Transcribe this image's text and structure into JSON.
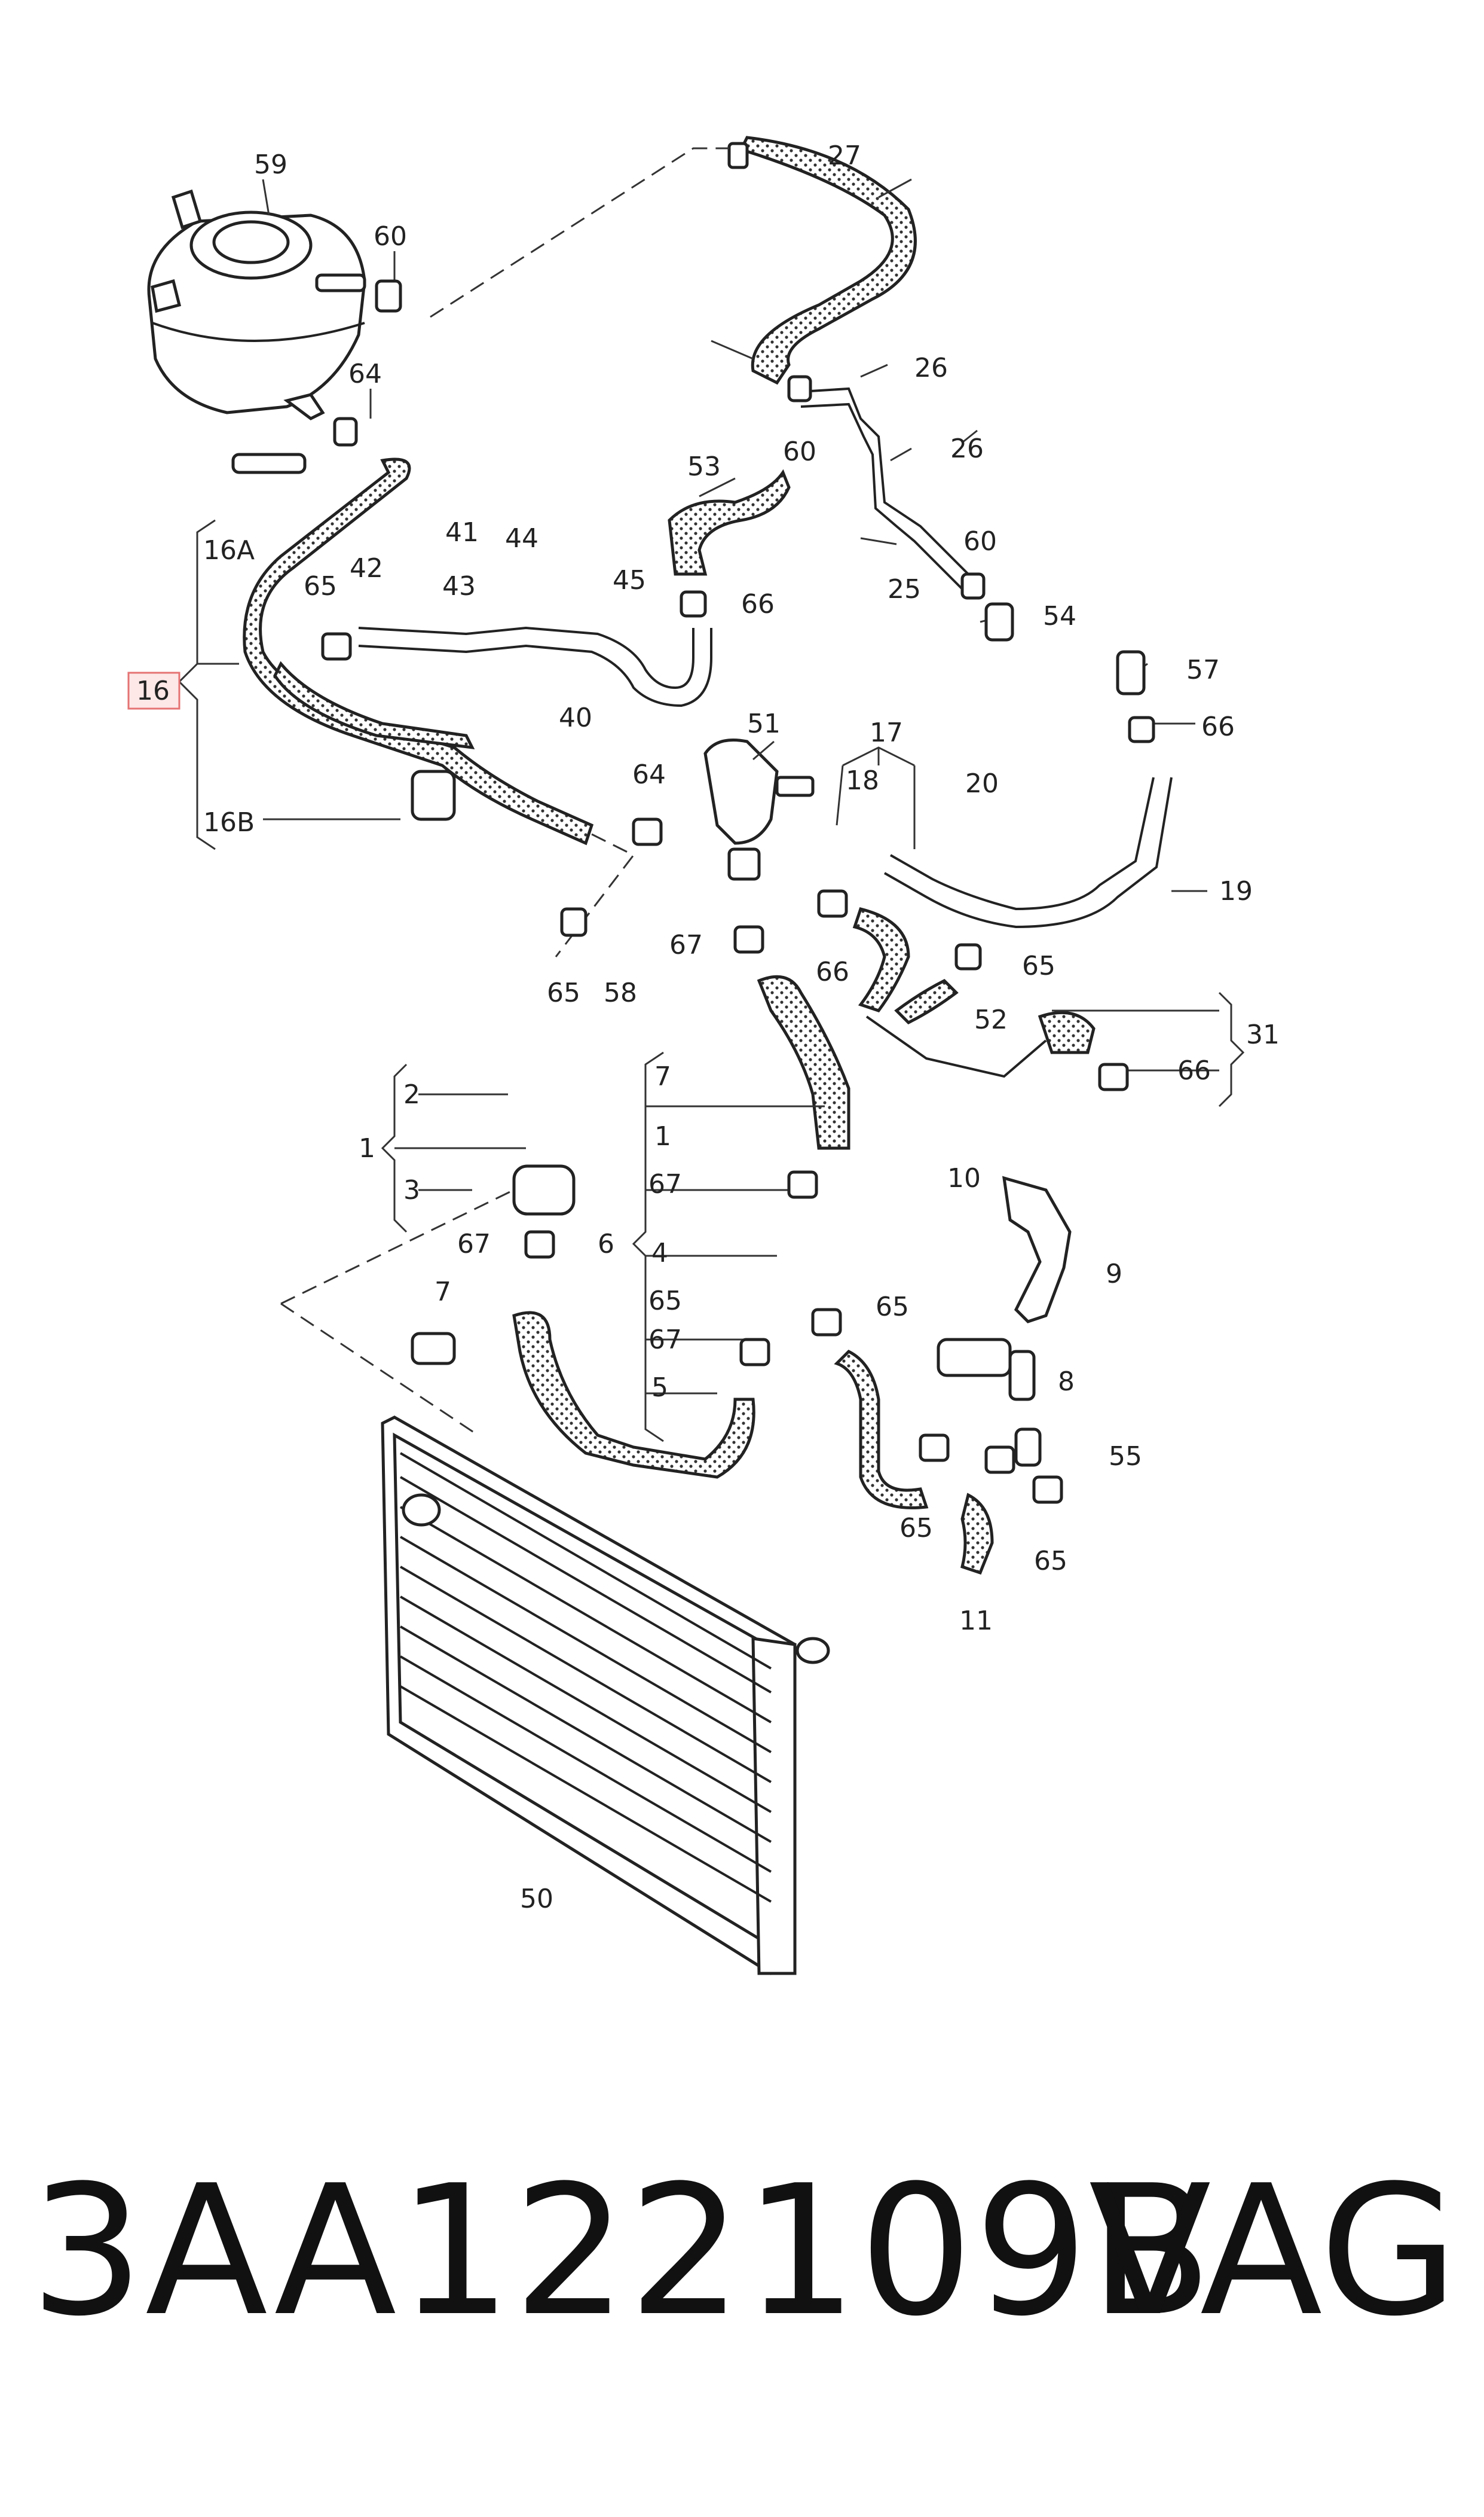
{
  "diagram": {
    "labels": {
      "p59": "59",
      "p60a": "60",
      "p27": "27",
      "p26a": "26",
      "p26b": "26",
      "p64a": "64",
      "p60b": "60",
      "p53": "53",
      "p60c": "60",
      "p16A": "16A",
      "p41": "41",
      "p44": "44",
      "p42": "42",
      "p43": "43",
      "p65a": "65",
      "p45": "45",
      "p66a": "66",
      "p25": "25",
      "p54": "54",
      "p16": "16",
      "p40": "40",
      "p57": "57",
      "p66b": "66",
      "p17": "17",
      "p51": "51",
      "p64b": "64",
      "p18": "18",
      "p20": "20",
      "p16B": "16B",
      "p19": "19",
      "p65b": "65",
      "p67a": "67",
      "p66c": "66",
      "p65c": "65",
      "p58": "58",
      "p52": "52",
      "p31": "31",
      "p66d": "66",
      "p2": "2",
      "p7a": "7",
      "p1a": "1",
      "p1b": "1",
      "p3": "3",
      "p67b": "67",
      "p10": "10",
      "p67c": "67",
      "p6": "6",
      "p4": "4",
      "p9": "9",
      "p65d": "65",
      "p65e": "65",
      "p7b": "7",
      "p67d": "67",
      "p8": "8",
      "p5": "5",
      "p55": "55",
      "p65f": "65",
      "p65g": "65",
      "p11": "11",
      "p50": "50"
    },
    "highlight_color": "#e57373"
  },
  "footer": {
    "part_number": "3AA122109B",
    "brand": "VAG"
  }
}
